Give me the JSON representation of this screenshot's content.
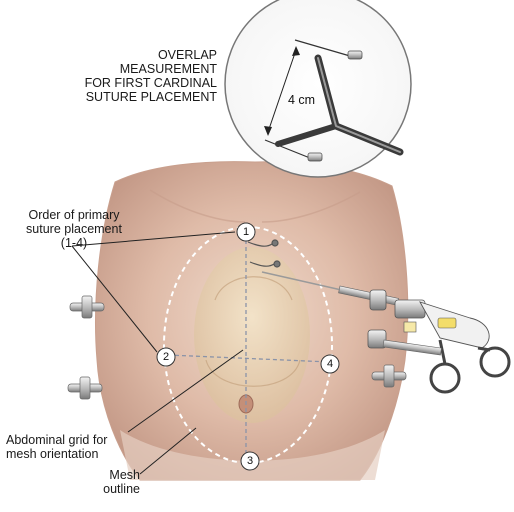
{
  "inset": {
    "title_lines": [
      "OVERLAP MEASUREMENT",
      "FOR FIRST CARDINAL",
      "SUTURE PLACEMENT"
    ],
    "dimension": "4 cm"
  },
  "labels": {
    "order_lines": [
      "Order of primary",
      "suture placement",
      "(1-4)"
    ],
    "grid_lines": [
      "Abdominal grid for",
      "mesh orientation"
    ],
    "mesh_lines": [
      "Mesh",
      "outline"
    ]
  },
  "suture_points": [
    "1",
    "2",
    "3",
    "4"
  ],
  "colors": {
    "skin_light": "#ecd4c4",
    "skin_mid": "#d8b09c",
    "skin_shadow": "#b88c7a",
    "mesh_outline": "#ffffff",
    "leader": "#222222"
  },
  "icons": [
    "trocar-icon",
    "suture-passer-icon",
    "surgical-instrument-icon"
  ]
}
